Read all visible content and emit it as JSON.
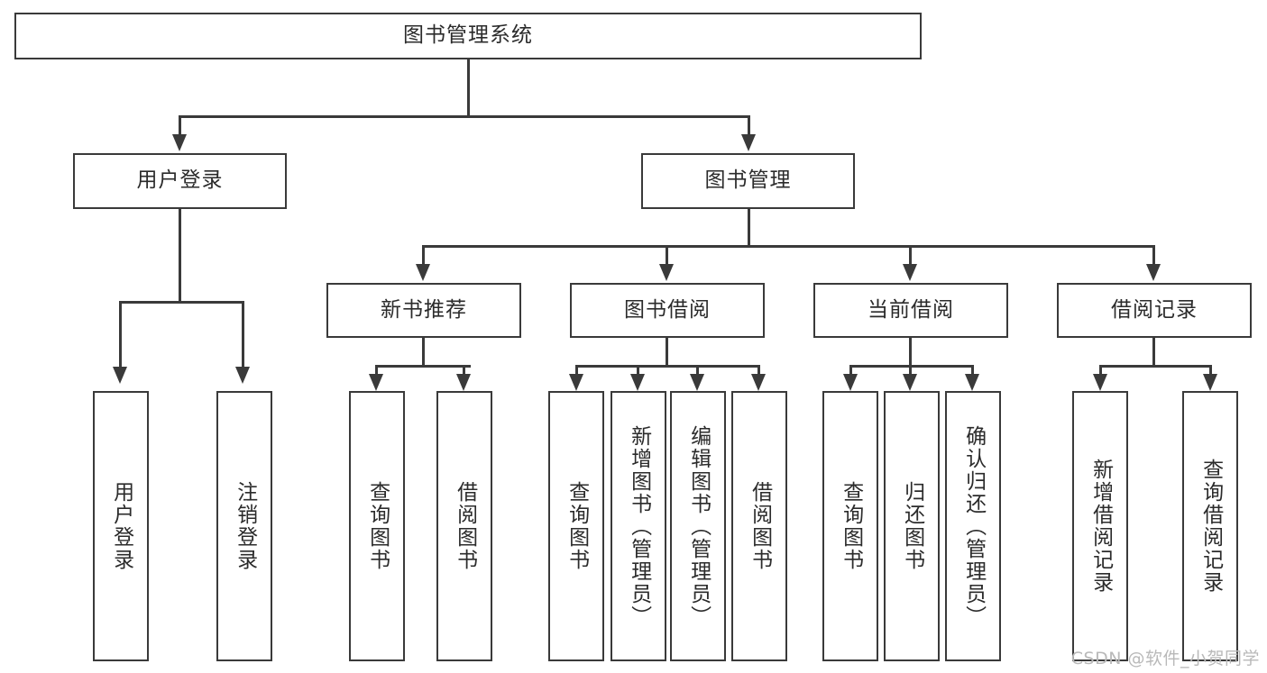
{
  "diagram": {
    "title": "图书管理系统",
    "root": {
      "label": "图书管理系统"
    },
    "level2": [
      {
        "label": "用户登录"
      },
      {
        "label": "图书管理"
      }
    ],
    "level3": [
      {
        "label": "新书推荐"
      },
      {
        "label": "图书借阅"
      },
      {
        "label": "当前借阅"
      },
      {
        "label": "借阅记录"
      }
    ],
    "leaves": {
      "user_login": [
        {
          "label": "用户登录"
        },
        {
          "label": "注销登录"
        }
      ],
      "new_book_recommend": [
        {
          "label": "查询图书"
        },
        {
          "label": "借阅图书"
        }
      ],
      "book_borrow": [
        {
          "label": "查询图书"
        },
        {
          "label": "新增图书（管理员）"
        },
        {
          "label": "编辑图书（管理员）"
        },
        {
          "label": "借阅图书"
        }
      ],
      "current_borrow": [
        {
          "label": "查询图书"
        },
        {
          "label": "归还图书"
        },
        {
          "label": "确认归还（管理员）"
        }
      ],
      "borrow_records": [
        {
          "label": "新增借阅记录"
        },
        {
          "label": "查询借阅记录"
        }
      ]
    }
  },
  "watermark": {
    "text": "CSDN @软件_小贺同学"
  },
  "colors": {
    "stroke": "#3a3a3a",
    "text": "#2b2b2b",
    "background": "#ffffff",
    "watermark": "#b9b9b9"
  }
}
